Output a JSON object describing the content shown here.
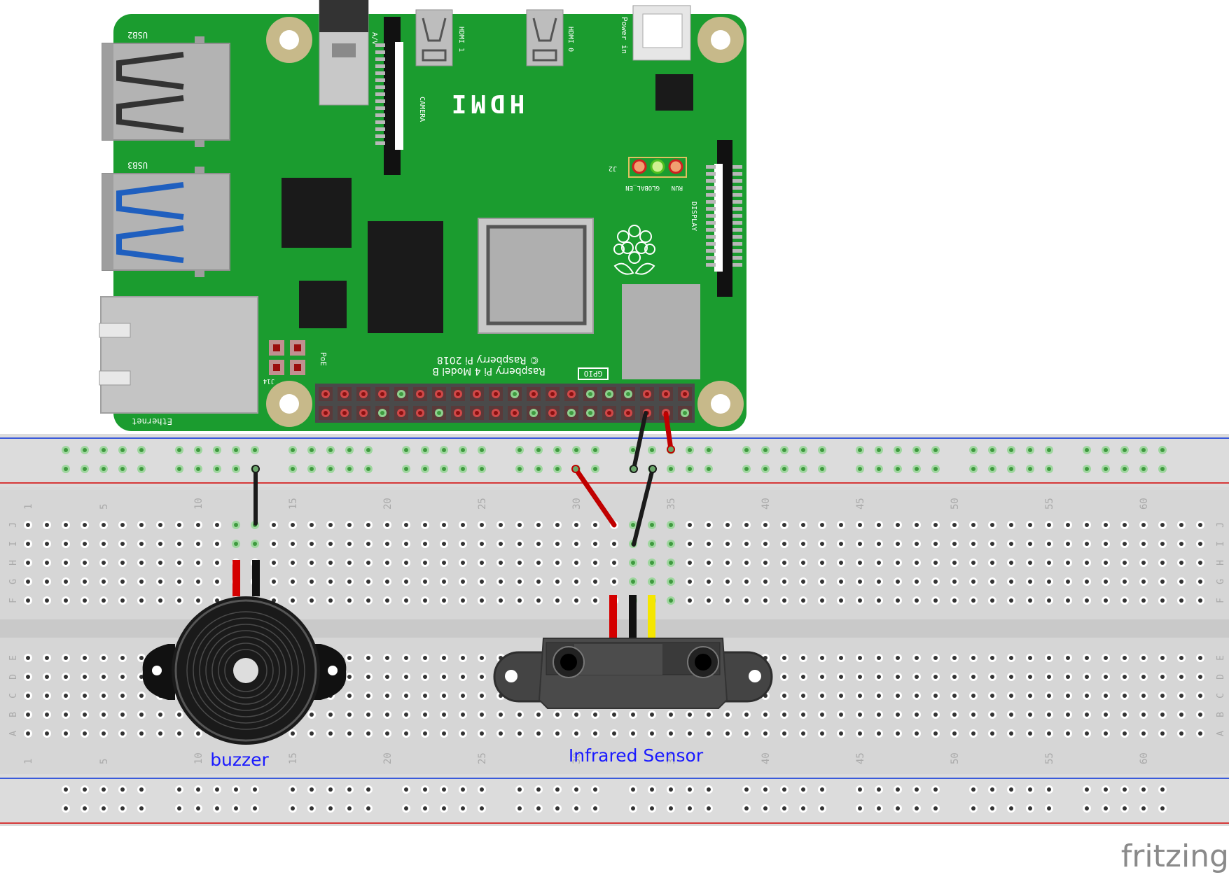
{
  "pi": {
    "usb2_label": "USB2",
    "usb3_label": "USB3",
    "ethernet_label": "Ethernet",
    "av_label": "A/V",
    "camera_label": "CAMERA",
    "hdmi1_label": "HDMI 1",
    "hdmi0_label": "HDMI 0",
    "power_label": "Power in",
    "hdmi_big_label": "HDMI",
    "j2_label": "J2",
    "global_en_label": "GLOBAL_EN",
    "run_label": "RUN",
    "display_label": "DISPLAY",
    "poe_label": "PoE",
    "j14_label": "J14",
    "model_label": "Raspberry Pi 4 Model B",
    "copyright_label": "© Raspberry Pi 2018",
    "gpio_label": "GPIO"
  },
  "breadboard": {
    "column_numbers": [
      "1",
      "5",
      "10",
      "15",
      "20",
      "25",
      "30",
      "35",
      "40",
      "45",
      "50",
      "55",
      "60"
    ],
    "upper_rows": [
      "J",
      "I",
      "H",
      "G",
      "F"
    ],
    "lower_rows": [
      "E",
      "D",
      "C",
      "B",
      "A"
    ]
  },
  "labels": {
    "buzzer": "buzzer",
    "infrared_sensor": "Infrared Sensor",
    "brand": "fritzing"
  },
  "colors": {
    "board_green": "#1b9c2f",
    "wire_red": "#d40000",
    "wire_black": "#1a1a1a",
    "wire_yellow": "#f5e600",
    "label_blue": "#1a1aff",
    "rail_blue": "#3b5bdb",
    "rail_red": "#d63a3a"
  }
}
